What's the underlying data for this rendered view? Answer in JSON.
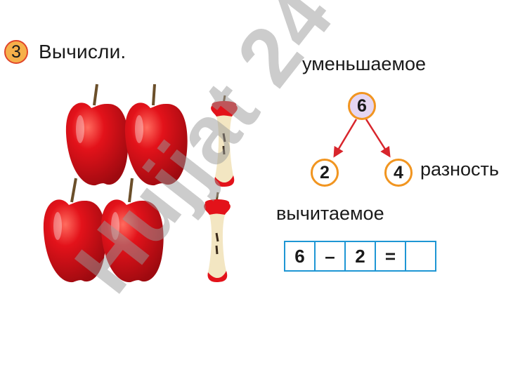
{
  "task": {
    "number": "3",
    "title": "Вычисли."
  },
  "diagram": {
    "minuend_label": "уменьшаемое",
    "subtrahend_label": "вычитаемое",
    "difference_label": "разность",
    "minuend_value": "6",
    "subtrahend_value": "2",
    "difference_value": "4"
  },
  "equation": {
    "cells": [
      "6",
      "–",
      "2",
      "=",
      ""
    ]
  },
  "watermark": {
    "text": "Hujjat 24"
  },
  "colors": {
    "apple": "#e3121a",
    "node_border": "#f19520",
    "arrow": "#d8252c",
    "box_border": "#1e96d4",
    "minuend_fill": "#e5d6f1"
  }
}
